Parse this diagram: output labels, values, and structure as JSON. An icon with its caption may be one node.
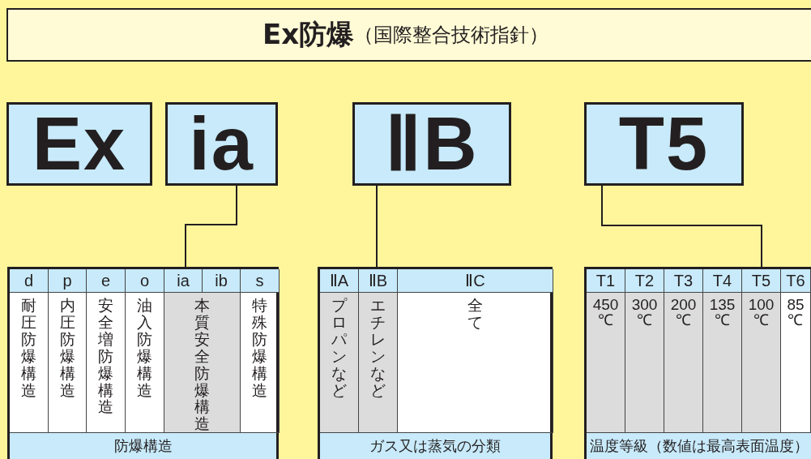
{
  "diagram": {
    "nodes": [
      {
        "text": [
          "Ex防爆",
          "（国際整合技術指針）"
        ]
      },
      {
        "text": [
          "Ex"
        ]
      },
      {
        "text": [
          "ia"
        ]
      },
      {
        "text": [
          "ⅡB"
        ]
      },
      {
        "text": [
          "T5"
        ]
      },
      {
        "text": [
          "防爆構造"
        ]
      },
      {
        "text": [
          "ガス又は蒸気の分類"
        ]
      },
      {
        "text": [
          "温度等級（数値は最高表面温度）"
        ]
      }
    ],
    "edges": [
      {
        "from": 2,
        "to": 5,
        "arrow": "none"
      },
      {
        "from": 3,
        "to": 6,
        "arrow": "none"
      },
      {
        "from": 4,
        "to": 7,
        "arrow": "none"
      }
    ],
    "labels": [
      "d",
      "p",
      "e",
      "o",
      "ia",
      "ib",
      "s",
      "耐圧防爆構造",
      "内圧防爆構造",
      "安全増防爆構造",
      "油入防爆構造",
      "本質安全防爆構造",
      "特殊防爆構造",
      "ⅡA",
      "ⅡB",
      "ⅡC",
      "プロパンなど",
      "エチレンなど",
      "全て",
      "T1",
      "T2",
      "T3",
      "T4",
      "T5",
      "T6",
      "450℃",
      "300℃",
      "200℃",
      "135℃",
      "100℃",
      "85℃"
    ]
  }
}
